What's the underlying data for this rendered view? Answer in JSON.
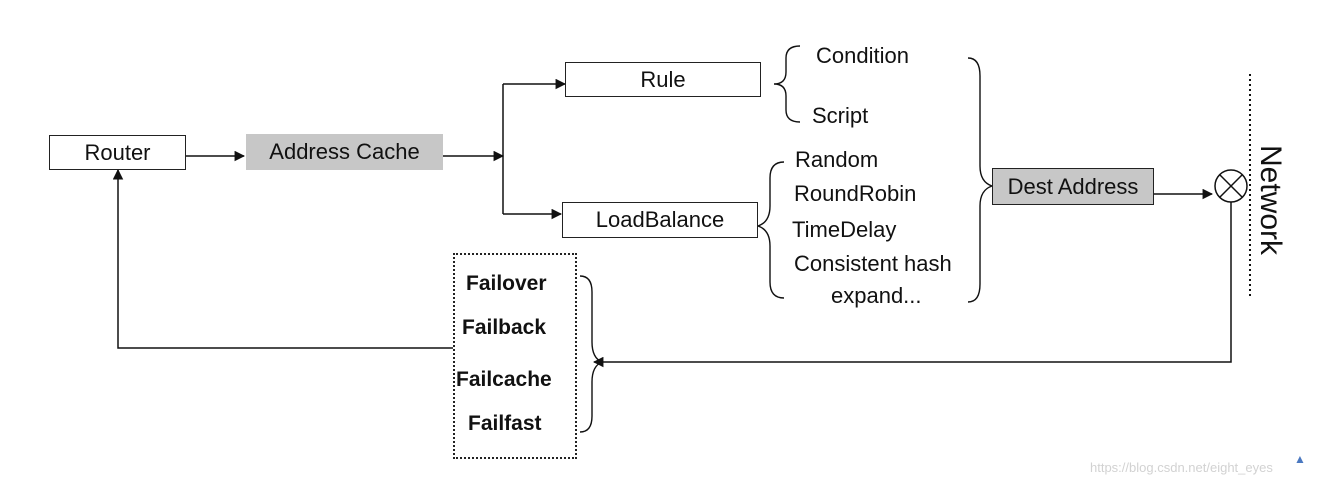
{
  "nodes": {
    "router": "Router",
    "address_cache": "Address Cache",
    "rule": "Rule",
    "load_balance": "LoadBalance",
    "dest_address": "Dest Address"
  },
  "rule_options": [
    "Condition",
    "Script"
  ],
  "load_balance_options": [
    "Random",
    "RoundRobin",
    "TimeDelay",
    "Consistent hash",
    "expand..."
  ],
  "fault_tolerance": [
    "Failover",
    "Failback",
    "Failcache",
    "Failfast"
  ],
  "network_label": "Network",
  "watermark": "https://blog.csdn.net/eight_eyes",
  "colors": {
    "shaded_node": "#c7c7c7",
    "line": "#111111",
    "watermark": "#d2d2d2"
  }
}
